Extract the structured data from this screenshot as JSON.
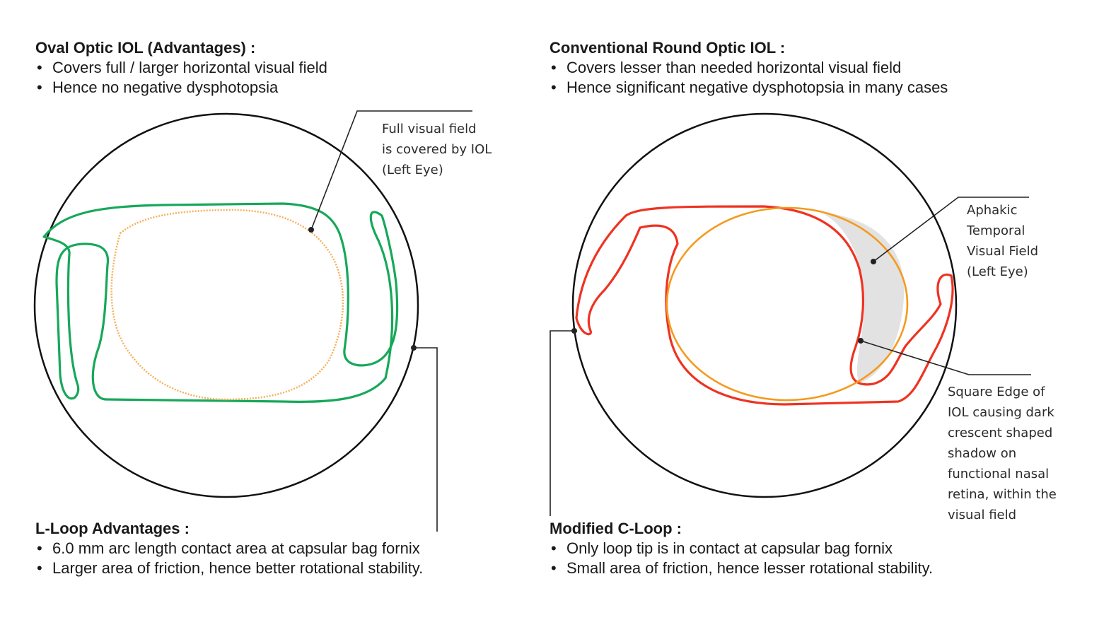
{
  "oval": {
    "heading": "Oval Optic IOL (Advantages) :",
    "bullets": [
      "Covers full / larger horizontal visual field",
      "Hence no negative dysphotopsia"
    ]
  },
  "round": {
    "heading": "Conventional Round Optic  IOL :",
    "bullets": [
      "Covers lesser than needed horizontal visual field",
      "Hence significant negative dysphotopsia in many cases"
    ]
  },
  "lloop": {
    "heading": "L-Loop  Advantages :",
    "bullets": [
      "6.0 mm arc length contact area at capsular bag fornix",
      "Larger area of friction, hence better rotational stability."
    ]
  },
  "cloop": {
    "heading": "Modified C-Loop :",
    "bullets": [
      "Only loop tip is in contact at capsular bag fornix",
      "Small area of friction, hence lesser rotational stability."
    ]
  },
  "notes": {
    "full_field": "Full  visual field\nis covered by IOL\n(Left Eye)",
    "aphakic": "Aphakic\nTemporal\nVisual Field\n(Left Eye)",
    "square_edge": "Square Edge of\nIOL causing dark\ncrescent shaped\nshadow on\nfunctional nasal\nretina, within the\nvisual field"
  },
  "colors": {
    "outline": "#111111",
    "green_haptic": "#16a85a",
    "oval_optic": "#f5b05a",
    "red_haptic": "#ee3322",
    "round_optic": "#f59a1e",
    "shadow": "#e2e2e2"
  }
}
